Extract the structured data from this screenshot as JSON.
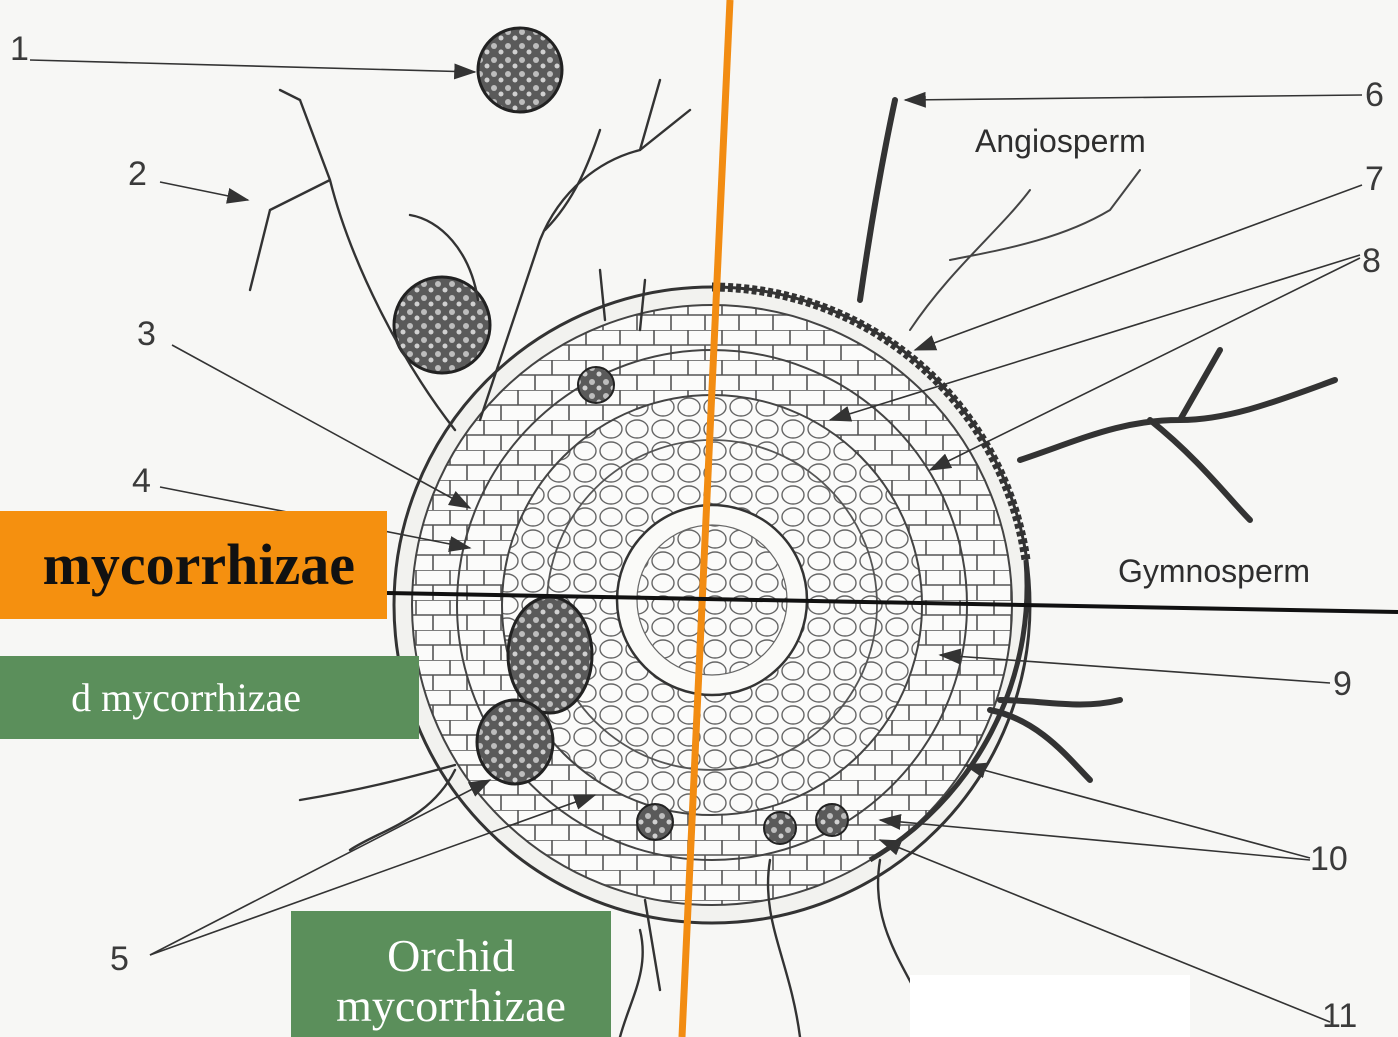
{
  "diagram": {
    "numbers": [
      "1",
      "2",
      "3",
      "4",
      "5",
      "6",
      "7",
      "8",
      "9",
      "10",
      "11"
    ],
    "plant_labels": {
      "angiosperm": "Angiosperm",
      "gymnosperm": "Gymnosperm"
    }
  },
  "overlays": {
    "title": "mycorrhizae",
    "subtitle": "d mycorrhizae",
    "orchid": "Orchid mycorrhizae"
  },
  "colors": {
    "divider": "#f28c12",
    "title_bg": "#f5900f",
    "label_bg": "#5b8f5b",
    "ink": "#2b2b2b"
  }
}
